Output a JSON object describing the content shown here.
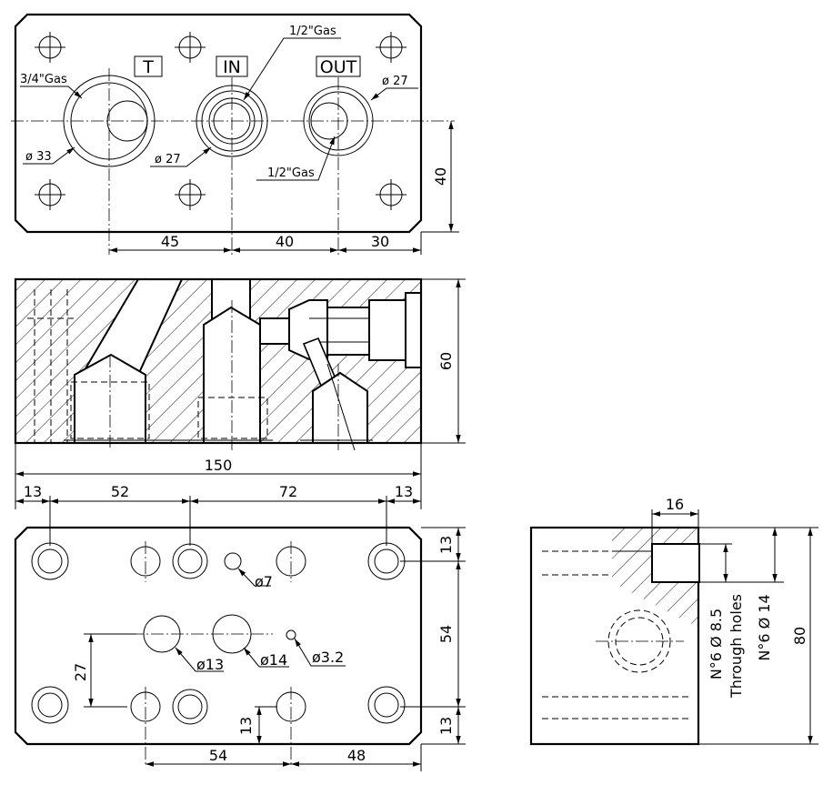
{
  "ports": {
    "t": "T",
    "in": "IN",
    "out": "OUT"
  },
  "top": {
    "gas_t": "3/4\"Gas",
    "gas_in": "1/2\"Gas",
    "gas_out": "1/2\"Gas",
    "dia_t": "ø 33",
    "dia_in": "ø 27",
    "dia_out": "ø 27",
    "dim_45": "45",
    "dim_40h": "40",
    "dim_30": "30",
    "dim_40v": "40"
  },
  "section": {
    "dim_60": "60",
    "dim_150": "150"
  },
  "bottom": {
    "dim_13a": "13",
    "dim_52": "52",
    "dim_72": "72",
    "dim_13b": "13",
    "dim_13r1": "13",
    "dim_54v": "54",
    "dim_13r2": "13",
    "dim_27": "27",
    "dim_13l": "13",
    "dim_54h": "54",
    "dim_48": "48",
    "dia_7": "ø7",
    "dia_13": "ø13",
    "dia_14": "ø14",
    "dia_32": "ø3.2"
  },
  "side": {
    "dim_16": "16",
    "dim_80": "80",
    "note_1": "N°6  Ø 8.5",
    "note_2": "Through holes",
    "note_3": "N°6  Ø 14"
  }
}
